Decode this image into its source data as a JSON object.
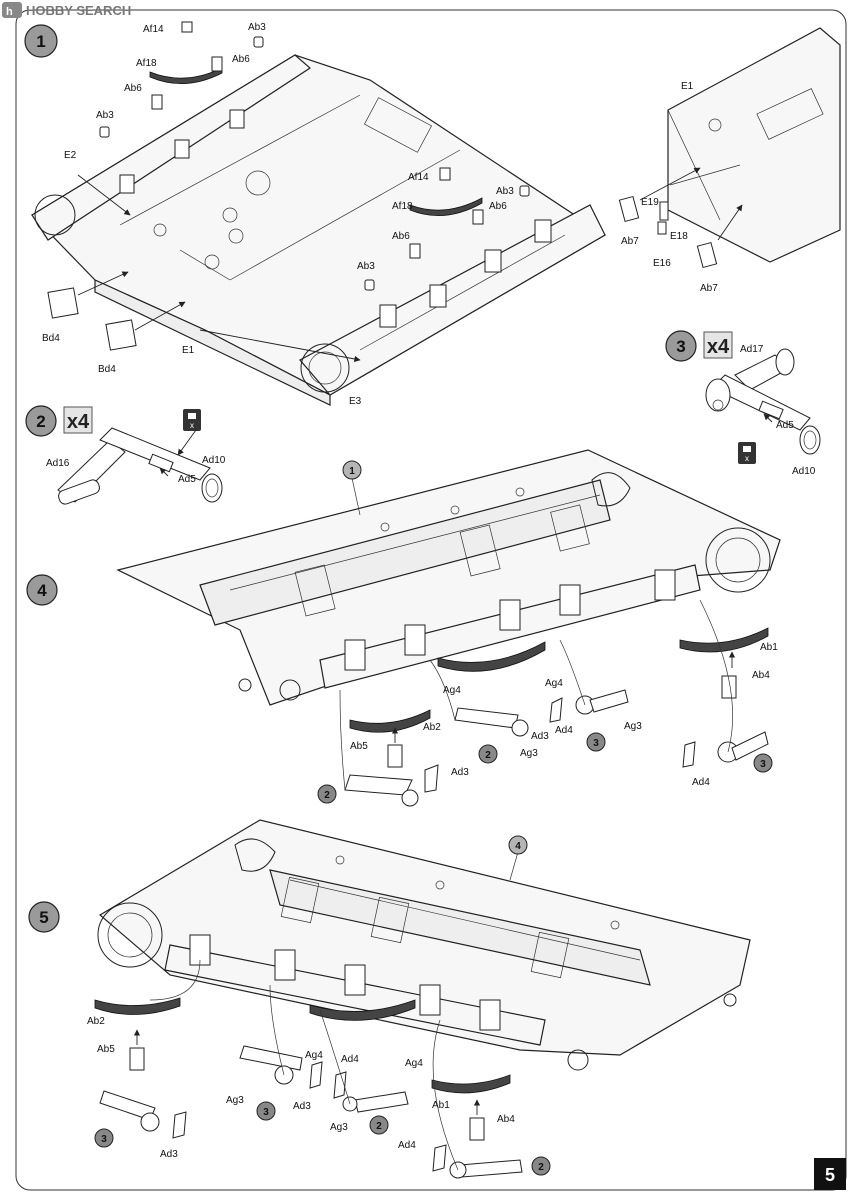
{
  "watermark": "HOBBY SEARCH",
  "page_number": "5",
  "steps": [
    {
      "number": "1"
    },
    {
      "number": "2",
      "multiplier": "x4"
    },
    {
      "number": "3",
      "multiplier": "x4"
    },
    {
      "number": "4"
    },
    {
      "number": "5"
    }
  ],
  "callouts": {
    "step1_ref": "1",
    "step4_ref": "4",
    "sub2": "2",
    "sub3": "3"
  },
  "labels": {
    "step1": {
      "af14_a": "Af14",
      "ab3_a": "Ab3",
      "af18_a": "Af18",
      "ab6_a": "Ab6",
      "ab6_b": "Ab6",
      "ab3_b": "Ab3",
      "e2": "E2",
      "af14_b": "Af14",
      "ab3_c": "Ab3",
      "af18_b": "Af18",
      "ab6_c": "Ab6",
      "ab6_d": "Ab6",
      "ab3_d": "Ab3",
      "bd4_a": "Bd4",
      "bd4_b": "Bd4",
      "e1_a": "E1",
      "e3": "E3",
      "e1_b": "E1",
      "e19": "E19",
      "e18": "E18",
      "e16": "E16",
      "ab7_a": "Ab7",
      "ab7_b": "Ab7"
    },
    "step2": {
      "ad16": "Ad16",
      "ad5": "Ad5",
      "ad10": "Ad10"
    },
    "step3": {
      "ad17": "Ad17",
      "ad5": "Ad5",
      "ad10": "Ad10"
    },
    "step4": {
      "ab1": "Ab1",
      "ab4": "Ab4",
      "ag4_a": "Ag4",
      "ag4_b": "Ag4",
      "ab2": "Ab2",
      "ab5": "Ab5",
      "ad3_a": "Ad3",
      "ag3_a": "Ag3",
      "ad4_a": "Ad4",
      "ag3_b": "Ag3",
      "ad4_b": "Ad4",
      "ad3_b": "Ad3"
    },
    "step5": {
      "ab2": "Ab2",
      "ab5": "Ab5",
      "ag4_a": "Ag4",
      "ad4_a": "Ad4",
      "ag4_b": "Ag4",
      "ag3_a": "Ag3",
      "ad3_a": "Ad3",
      "ag3_b": "Ag3",
      "ab1": "Ab1",
      "ab4": "Ab4",
      "ad4_b": "Ad4",
      "ad3_b": "Ad3"
    }
  }
}
